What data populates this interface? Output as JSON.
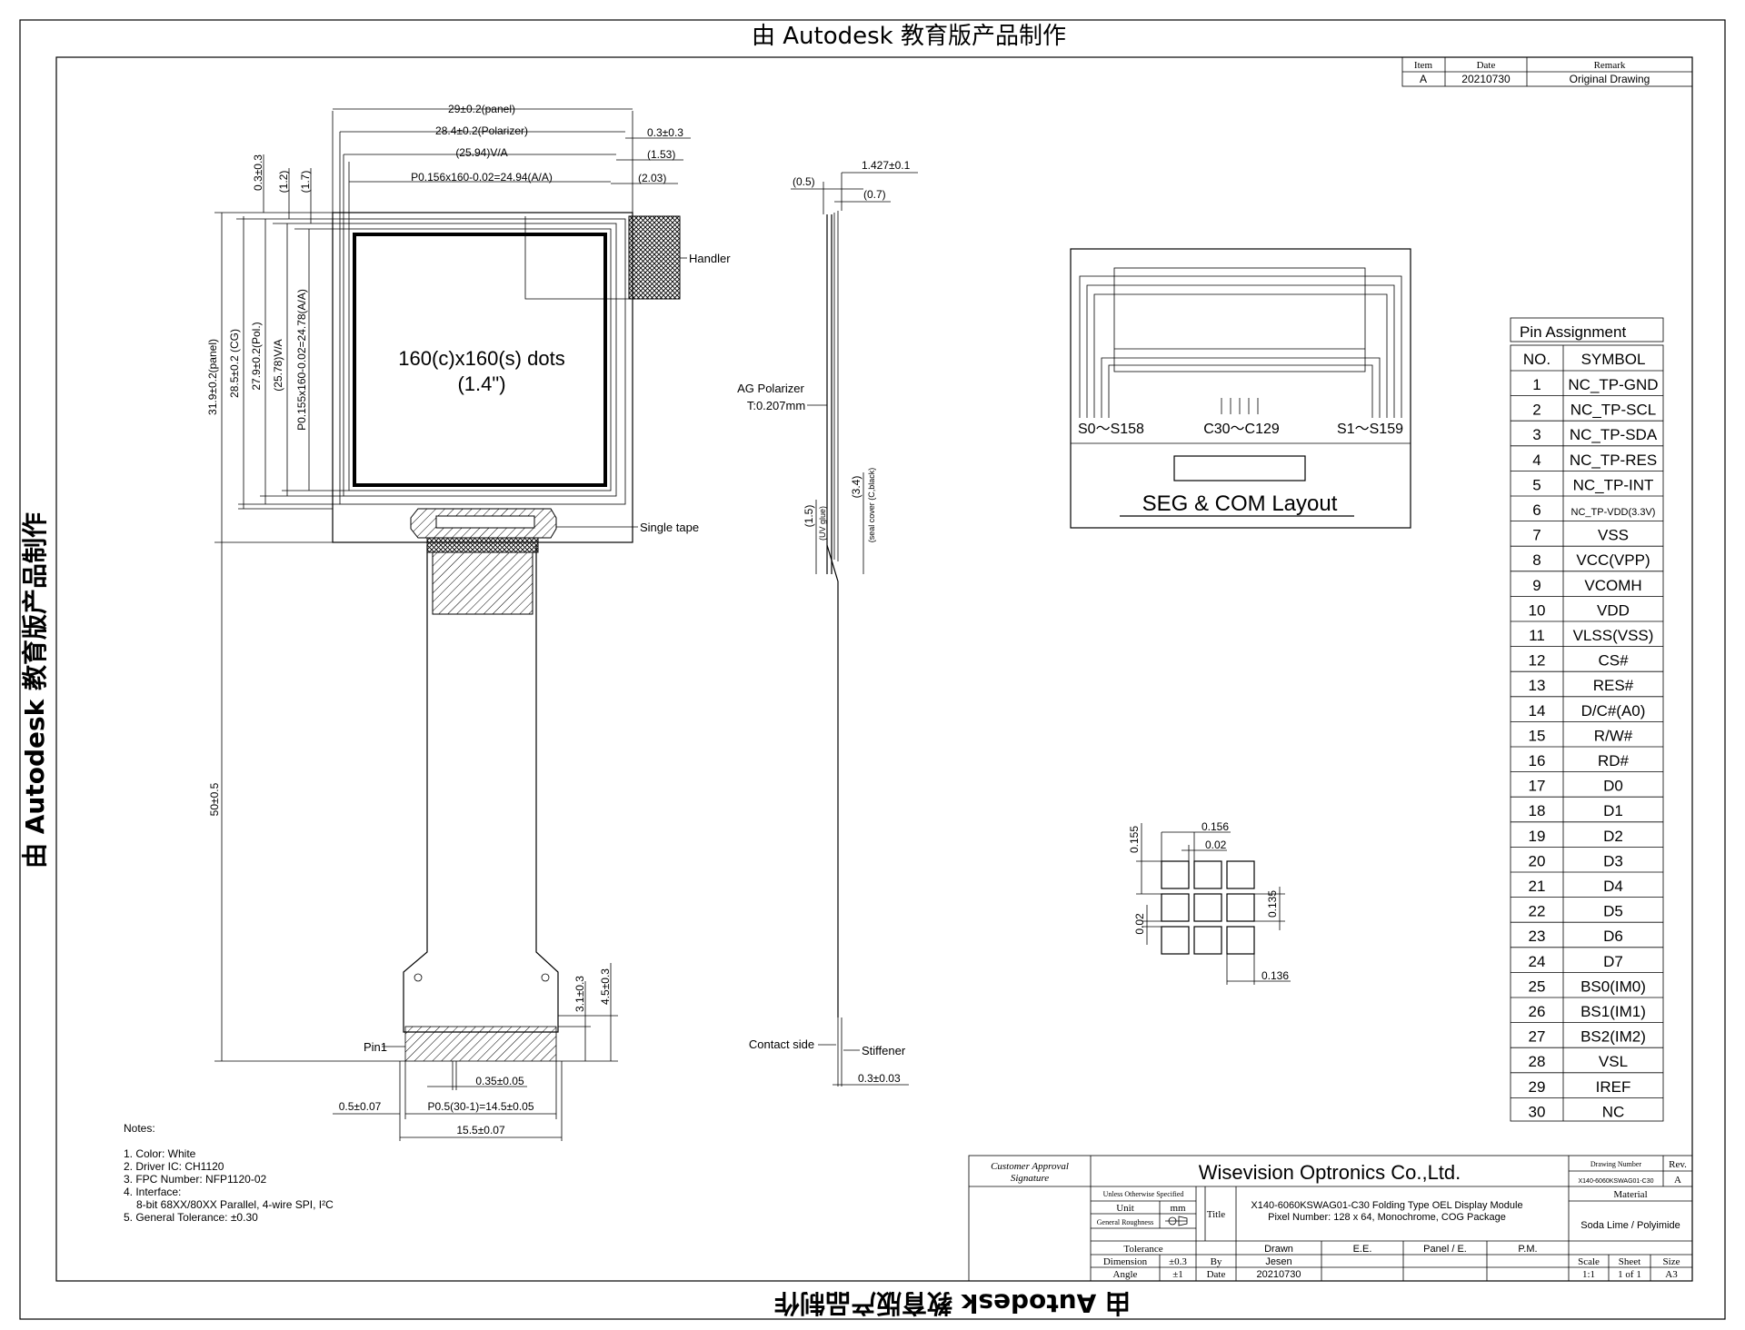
{
  "watermark": {
    "top": "由 Autodesk 教育版产品制作",
    "left": "由 Autodesk 教育版产品制作",
    "bottom": "由 Autodesk 教育版产品制作"
  },
  "revision_table": {
    "headers": [
      "Item",
      "Date",
      "Remark"
    ],
    "row": [
      "A",
      "20210730",
      "Original Drawing"
    ]
  },
  "front_view": {
    "dims": {
      "panel_width": "29±0.2(panel)",
      "polarizer_width": "28.4±0.2(Polarizer)",
      "va_width": "(25.94)V/A",
      "aa_width": "P0.156x160-0.02=24.94(A/A)",
      "offset_03": "0.3±0.3",
      "offset_153": "(1.53)",
      "offset_203": "(2.03)",
      "v_03": "0.3±0.3",
      "v_12": "(1.2)",
      "v_17": "(1.7)",
      "panel_height": "31.9±0.2(panel)",
      "cg_height": "28.5±0.2 (CG)",
      "pol_height": "27.9±0.2(Pol.)",
      "va_height": "(25.78)V/A",
      "aa_height": "P0.155x160-0.02=24.78(A/A)",
      "fpc_length": "50±0.5",
      "d31": "3.1±0.3",
      "d45": "4.5±0.3",
      "d035": "0.35±0.05",
      "d05": "0.5±0.07",
      "pitch": "P0.5(30-1)=14.5±0.05",
      "fpc_width": "15.5±0.07"
    },
    "display_text_1": "160(c)x160(s) dots",
    "display_text_2": "(1.4\")",
    "labels": {
      "handler": "Handler",
      "single_tape": "Single tape",
      "pin1": "Pin1"
    }
  },
  "side_view": {
    "d1427": "1.427±0.1",
    "d05": "(0.5)",
    "d07": "(0.7)",
    "ag_polarizer": "AG Polarizer",
    "ag_thickness": "T:0.207mm",
    "d15": "(1.5)",
    "uv_glue": "(UV glue)",
    "d34": "(3.4)",
    "seal_cover": "(seal cover (C,black)",
    "contact_side": "Contact side",
    "stiffener": "Stiffener",
    "d03": "0.3±0.03"
  },
  "seg_layout": {
    "s0": "S0～S158",
    "c30": "C30～C129",
    "s1": "S1～S159",
    "title": "SEG & COM Layout"
  },
  "pixel_detail": {
    "d0156": "0.156",
    "d002a": "0.02",
    "d0155": "0.155",
    "d0135": "0.135",
    "d002b": "0.02",
    "d0136": "0.136"
  },
  "notes": {
    "title": "Notes:",
    "items": [
      "1. Color: White",
      "2. Driver IC: CH1120",
      "3. FPC Number: NFP1120-02",
      "4. Interface:",
      "8-bit 68XX/80XX Parallel, 4-wire SPI, I²C",
      "5. General Tolerance: ±0.30"
    ]
  },
  "pin_table": {
    "title": "Pin Assignment",
    "headers": [
      "NO.",
      "SYMBOL"
    ],
    "rows": [
      [
        "1",
        "NC_TP-GND"
      ],
      [
        "2",
        "NC_TP-SCL"
      ],
      [
        "3",
        "NC_TP-SDA"
      ],
      [
        "4",
        "NC_TP-RES"
      ],
      [
        "5",
        "NC_TP-INT"
      ],
      [
        "6",
        "NC_TP-VDD(3.3V)"
      ],
      [
        "7",
        "VSS"
      ],
      [
        "8",
        "VCC(VPP)"
      ],
      [
        "9",
        "VCOMH"
      ],
      [
        "10",
        "VDD"
      ],
      [
        "11",
        "VLSS(VSS)"
      ],
      [
        "12",
        "CS#"
      ],
      [
        "13",
        "RES#"
      ],
      [
        "14",
        "D/C#(A0)"
      ],
      [
        "15",
        "R/W#"
      ],
      [
        "16",
        "RD#"
      ],
      [
        "17",
        "D0"
      ],
      [
        "18",
        "D1"
      ],
      [
        "19",
        "D2"
      ],
      [
        "20",
        "D3"
      ],
      [
        "21",
        "D4"
      ],
      [
        "22",
        "D5"
      ],
      [
        "23",
        "D6"
      ],
      [
        "24",
        "D7"
      ],
      [
        "25",
        "BS0(IM0)"
      ],
      [
        "26",
        "BS1(IM1)"
      ],
      [
        "27",
        "BS2(IM2)"
      ],
      [
        "28",
        "VSL"
      ],
      [
        "29",
        "IREF"
      ],
      [
        "30",
        "NC"
      ]
    ]
  },
  "title_block": {
    "customer_approval": "Customer Approval",
    "signature": "Signature",
    "company": "Wisevision Optronics Co.,Ltd.",
    "drawing_number_label": "Drawing Number",
    "drawing_number": "X140-6060KSWAG01-C30",
    "rev_label": "Rev.",
    "rev": "A",
    "unless_specified": "Unless Otherwise Specified",
    "unit_label": "Unit",
    "unit": "mm",
    "general_roughness": "General Roughness",
    "title_label": "Title",
    "title_1": "X140-6060KSWAG01-C30 Folding Type OEL Display Module",
    "title_2": "Pixel Number: 128 x 64, Monochrome, COG Package",
    "material_label": "Material",
    "material": "Soda Lime / Polyimide",
    "tolerance_label": "Tolerance",
    "drawn_label": "Drawn",
    "ee_label": "E.E.",
    "panel_label": "Panel / E.",
    "pm_label": "P.M.",
    "dimension_label": "Dimension",
    "dimension_tol": "±0.3",
    "by_label": "By",
    "by": "Jesen",
    "angle_label": "Angle",
    "angle_tol": "±1",
    "date_label": "Date",
    "date": "20210730",
    "scale_label": "Scale",
    "scale": "1:1",
    "sheet_label": "Sheet",
    "sheet": "1 of 1",
    "size_label": "Size",
    "size": "A3"
  }
}
